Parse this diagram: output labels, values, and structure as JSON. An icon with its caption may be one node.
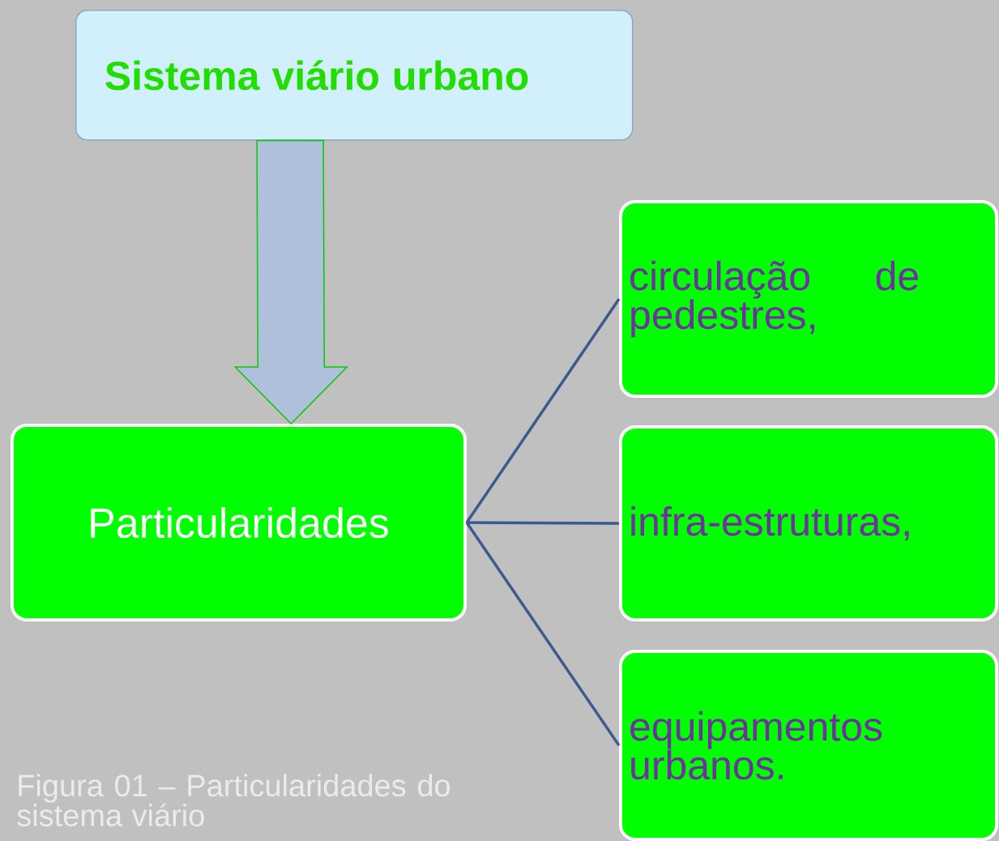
{
  "diagram": {
    "caption": "Figura 01 – Particularidades do sistema viário",
    "nodes": [
      {
        "text": [
          "Sistema viário urbano"
        ]
      },
      {
        "text": [
          "Particularidades"
        ]
      },
      {
        "text": [
          "circulação de pedestres,"
        ]
      },
      {
        "text": [
          "infra-estruturas,"
        ]
      },
      {
        "text": [
          "equipamentos urbanos."
        ]
      }
    ],
    "edges": [
      {
        "from": 0,
        "to": 1,
        "arrow": "to",
        "style": "thick",
        "color": "#b0c0dc"
      },
      {
        "from": 1,
        "to": 2,
        "arrow": "none"
      },
      {
        "from": 1,
        "to": 3,
        "arrow": "none"
      },
      {
        "from": 1,
        "to": 4,
        "arrow": "none"
      }
    ]
  }
}
